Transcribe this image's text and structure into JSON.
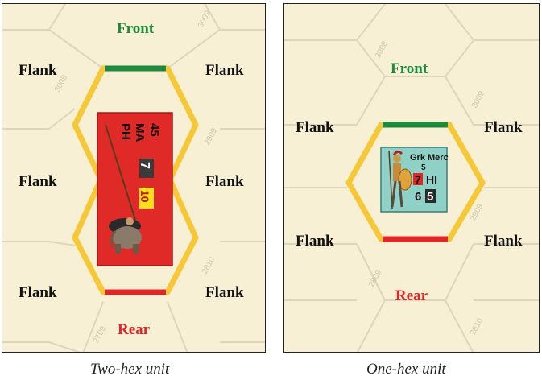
{
  "colors": {
    "map_bg": "#f7f0d4",
    "hex_grid": "#ddd6bc",
    "hex_highlight": "#f6c837",
    "front": "#1b8a3a",
    "rear": "#e02626",
    "counter_red": "#e02a28",
    "counter_teal": "#8fd1c6"
  },
  "left_panel": {
    "front_label": "Front",
    "rear_label": "Rear",
    "flank_label": "Flank",
    "caption": "Two-hex unit",
    "hex_numbers": [
      "3008",
      "3009",
      "2909",
      "2810",
      "2709"
    ],
    "counter": {
      "type": "PH",
      "subtype": "MA",
      "strength": "45",
      "tq": "7",
      "movement": "10",
      "icon": "elephant-with-rider-icon"
    }
  },
  "right_panel": {
    "front_label": "Front",
    "rear_label": "Rear",
    "flank_label": "Flank",
    "caption": "One-hex unit",
    "hex_numbers": [
      "3008",
      "3009",
      "2909",
      "2809",
      "2810"
    ],
    "counter": {
      "name": "Grk Merc",
      "size": "5",
      "tq": "7",
      "type": "HI",
      "mv1": "6",
      "mv2": "5",
      "icon": "hoplite-soldier-icon"
    }
  }
}
